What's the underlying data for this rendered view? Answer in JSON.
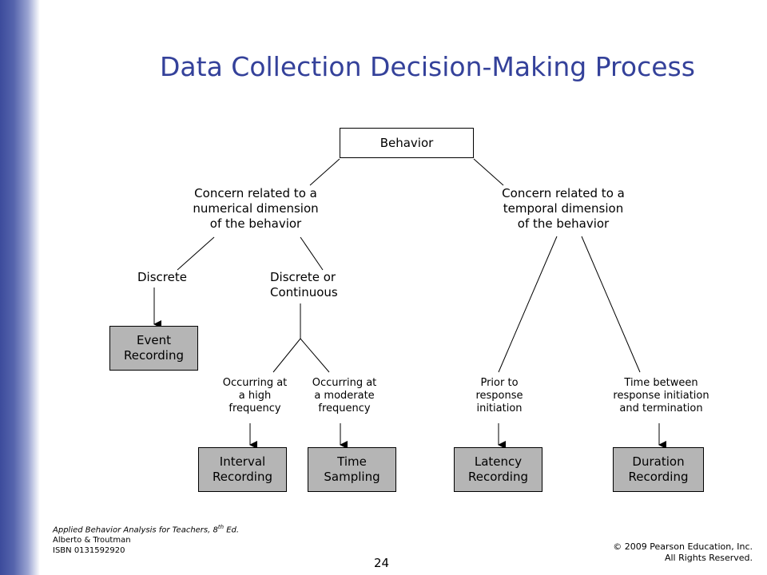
{
  "title": "Data Collection Decision-Making Process",
  "nodes": {
    "behavior": "Behavior",
    "numerical_concern": "Concern related to a\nnumerical dimension\nof the behavior",
    "temporal_concern": "Concern related to a\ntemporal dimension\nof the behavior",
    "discrete": "Discrete",
    "discrete_or_continuous": "Discrete or\nContinuous",
    "event_recording": "Event\nRecording",
    "high_frequency": "Occurring at\na high\nfrequency",
    "moderate_frequency": "Occurring at\na moderate\nfrequency",
    "prior_to_initiation": "Prior to\nresponse\ninitiation",
    "time_between": "Time between\nresponse initiation\nand termination",
    "interval_recording": "Interval\nRecording",
    "time_sampling": "Time\nSampling",
    "latency_recording": "Latency\nRecording",
    "duration_recording": "Duration\nRecording"
  },
  "footer": {
    "book_title": "Applied Behavior Analysis for Teachers, 8",
    "edition_sup": "th",
    "edition_suffix": " Ed.",
    "authors": "Alberto & Troutman",
    "isbn": "ISBN 0131592920",
    "copyright": "© 2009 Pearson Education, Inc.",
    "rights": "All Rights Reserved.",
    "page_number": "24"
  },
  "colors": {
    "title": "#34419a",
    "sidebar": "#3c4b9b",
    "gray_box": "#b5b5b5"
  }
}
